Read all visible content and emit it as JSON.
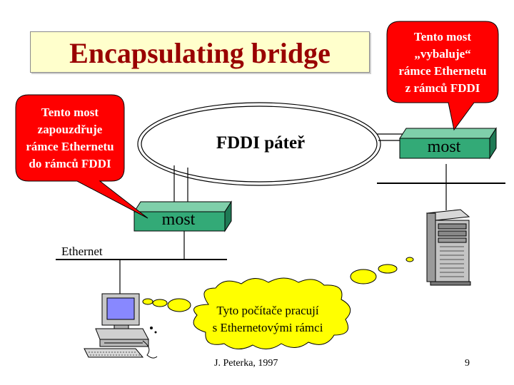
{
  "title": "Encapsulating bridge",
  "fddi_label": "FDDI páteř",
  "bridges": {
    "left_label": "most",
    "right_label": "most"
  },
  "ethernet_label": "Ethernet",
  "callout_left": {
    "lines": [
      "Tento most",
      "zapouzdřuje",
      "rámce Ethernetu",
      "do rámců FDDI"
    ]
  },
  "callout_right": {
    "lines": [
      "Tento most",
      "„vybaluje“",
      "rámce Ethernetu",
      "z rámců FDDI"
    ]
  },
  "cloud": {
    "lines": [
      "Tyto počítače pracují",
      "s Ethernetovými rámci"
    ]
  },
  "footer": "J. Peterka, 1997",
  "page_number": "9",
  "colors": {
    "title_bg": "#ffffcc",
    "title_text": "#990000",
    "callout_fill": "#ff0000",
    "bridge_face": "#33aa77",
    "cloud_fill": "#ffff00"
  },
  "icons": {
    "desktop": "desktop-computer-icon",
    "server": "tower-server-icon"
  }
}
